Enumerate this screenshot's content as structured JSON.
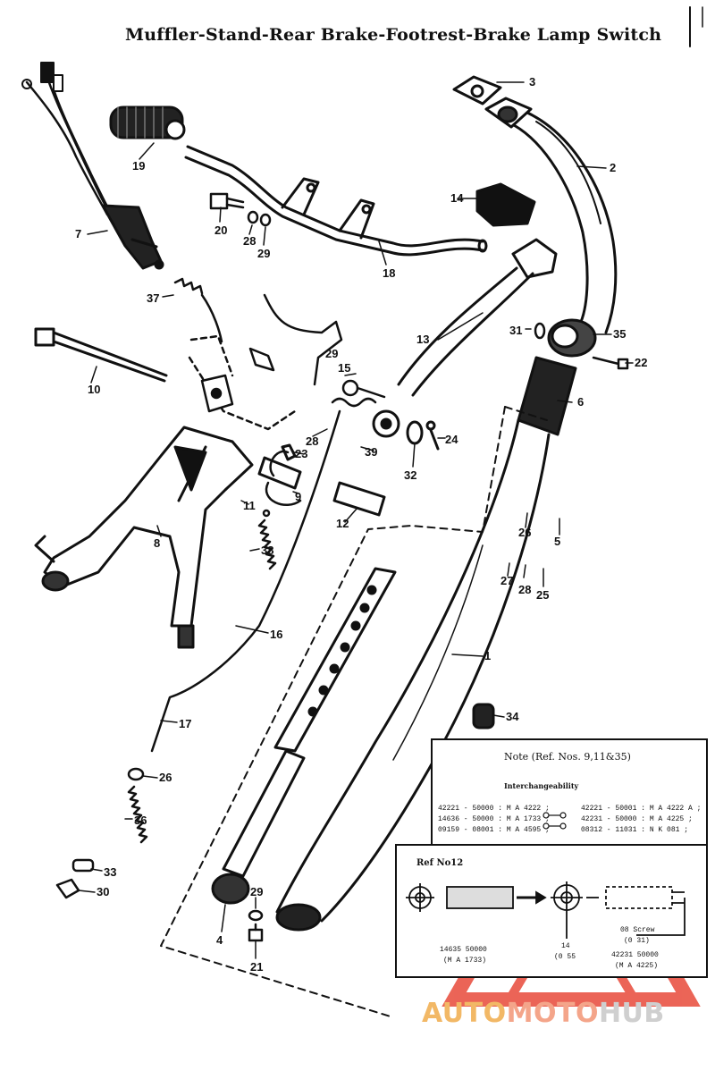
{
  "title": "Muffler-Stand-Rear Brake-Footrest-Brake Lamp Switch",
  "callouts": [
    "3",
    "2",
    "19",
    "14",
    "7",
    "20",
    "28",
    "29",
    "18",
    "37",
    "13",
    "31",
    "35",
    "22",
    "10",
    "15",
    "29",
    "6",
    "28",
    "39",
    "24",
    "23",
    "32",
    "11",
    "9",
    "12",
    "8",
    "38",
    "26",
    "5",
    "27",
    "28",
    "25",
    "16",
    "1",
    "17",
    "34",
    "26",
    "36",
    "33",
    "30",
    "29",
    "4",
    "21"
  ],
  "note": {
    "title": "Note (Ref. Nos. 9,11&35)",
    "subtitle": "Interchangeability",
    "left_rows": [
      "42221 - 50000 : M A 4222 ;",
      "14636 - 50000 : M A 1733 ;",
      "09159 - 08001 : M A 4595 ;"
    ],
    "right_rows": [
      "42221 - 50001 : M A 4222 A ;",
      "42231 - 50000 : M A 4225 ;",
      "08312 - 11031 : N K 081 ;"
    ]
  },
  "ref": {
    "title": "Ref No12",
    "left_caption_1": "14635  50000",
    "left_caption_2": "(M A   1733)",
    "mid_caption_1": "14",
    "mid_caption_2": "(0 55",
    "screw_caption_1": "08 Screw",
    "screw_caption_2": "(0 31)",
    "right_caption_1": "42231  50000",
    "right_caption_2": "(M A   4225)"
  },
  "watermark": {
    "part1": "AUTO",
    "part2": "MOTO",
    "part3": "HUB"
  },
  "colors": {
    "ink": "#111111",
    "watermark_red": "#e84a3a",
    "watermark_orange": "#f2b866"
  }
}
